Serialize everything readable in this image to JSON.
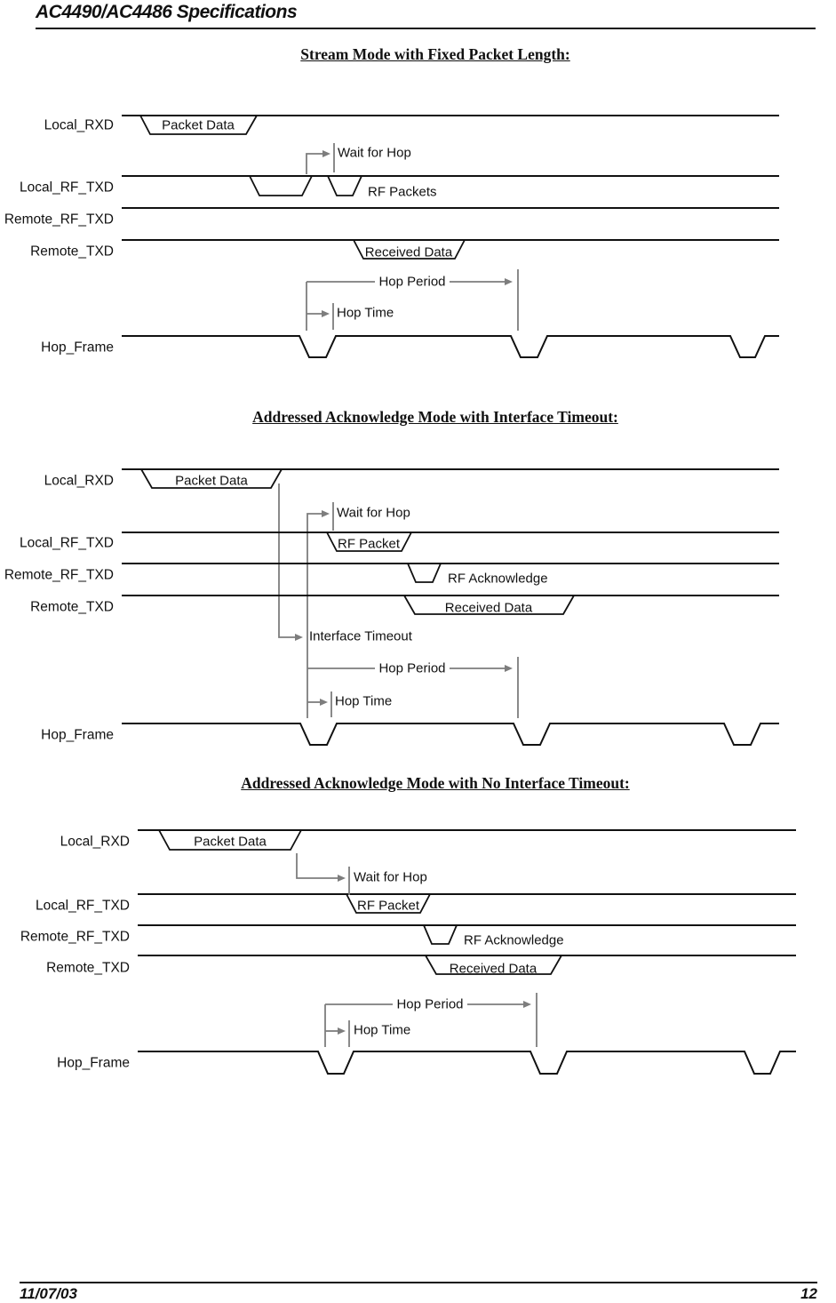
{
  "header": {
    "title": "AC4490/AC4486 Specifications"
  },
  "footer": {
    "date": "11/07/03",
    "page_number": "12"
  },
  "diagrams": [
    {
      "title": "Stream Mode with Fixed Packet Length:",
      "signals": [
        "Local_RXD",
        "Local_RF_TXD",
        "Remote_RF_TXD",
        "Remote_TXD",
        "Hop_Frame"
      ],
      "labels": {
        "packet_data": "Packet Data",
        "wait_for_hop": "Wait for Hop",
        "rf_packets": "RF Packets",
        "received_data": "Received Data",
        "hop_period": "Hop Period",
        "hop_time": "Hop Time"
      }
    },
    {
      "title": "Addressed Acknowledge Mode with Interface Timeout:",
      "signals": [
        "Local_RXD",
        "Local_RF_TXD",
        "Remote_RF_TXD",
        "Remote_TXD",
        "Hop_Frame"
      ],
      "labels": {
        "packet_data": "Packet Data",
        "wait_for_hop": "Wait for Hop",
        "rf_packet": "RF Packet",
        "rf_acknowledge": "RF Acknowledge",
        "received_data": "Received Data",
        "interface_timeout": "Interface Timeout",
        "hop_period": "Hop Period",
        "hop_time": "Hop Time"
      }
    },
    {
      "title": "Addressed Acknowledge Mode with No Interface Timeout:",
      "signals": [
        "Local_RXD",
        "Local_RF_TXD",
        "Remote_RF_TXD",
        "Remote_TXD",
        "Hop_Frame"
      ],
      "labels": {
        "packet_data": "Packet Data",
        "wait_for_hop": "Wait for Hop",
        "rf_packet": "RF Packet",
        "rf_acknowledge": "RF Acknowledge",
        "received_data": "Received Data",
        "hop_period": "Hop Period",
        "hop_time": "Hop Time"
      }
    }
  ]
}
